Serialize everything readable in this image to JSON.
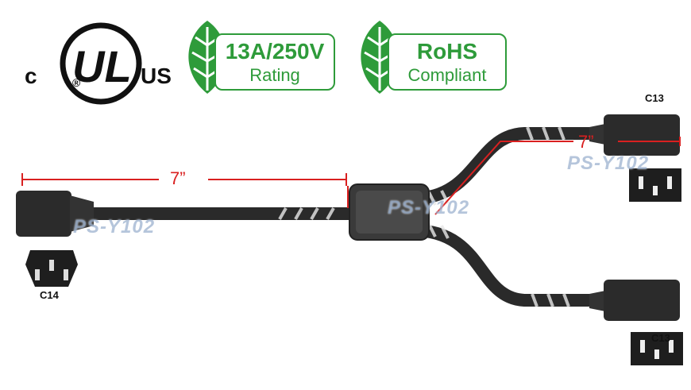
{
  "certification": {
    "left_mark": "c",
    "center_mark": "UL",
    "right_mark": "US",
    "registered_symbol": "®"
  },
  "badges": [
    {
      "line1": "13A/250V",
      "line2": "Rating"
    },
    {
      "line1": "RoHS",
      "line2": "Compliant"
    }
  ],
  "connectors": {
    "left": "C14",
    "right_top": "C13",
    "right_bottom": "C13"
  },
  "dimensions": {
    "main_length": "7”",
    "branch_length": "7”"
  },
  "watermark": "PS-Y102",
  "colors": {
    "badge_green": "#2e9b3a",
    "dimension_red": "#d92020",
    "cable_black": "#2a2a2a"
  }
}
